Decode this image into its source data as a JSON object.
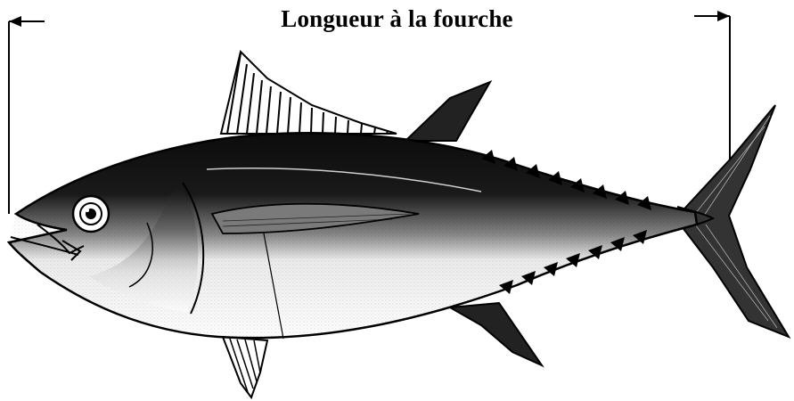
{
  "diagram": {
    "title": "Longueur à la fourche",
    "subject_icon": "tuna-fish-illustration",
    "measurement": "fork-length"
  }
}
